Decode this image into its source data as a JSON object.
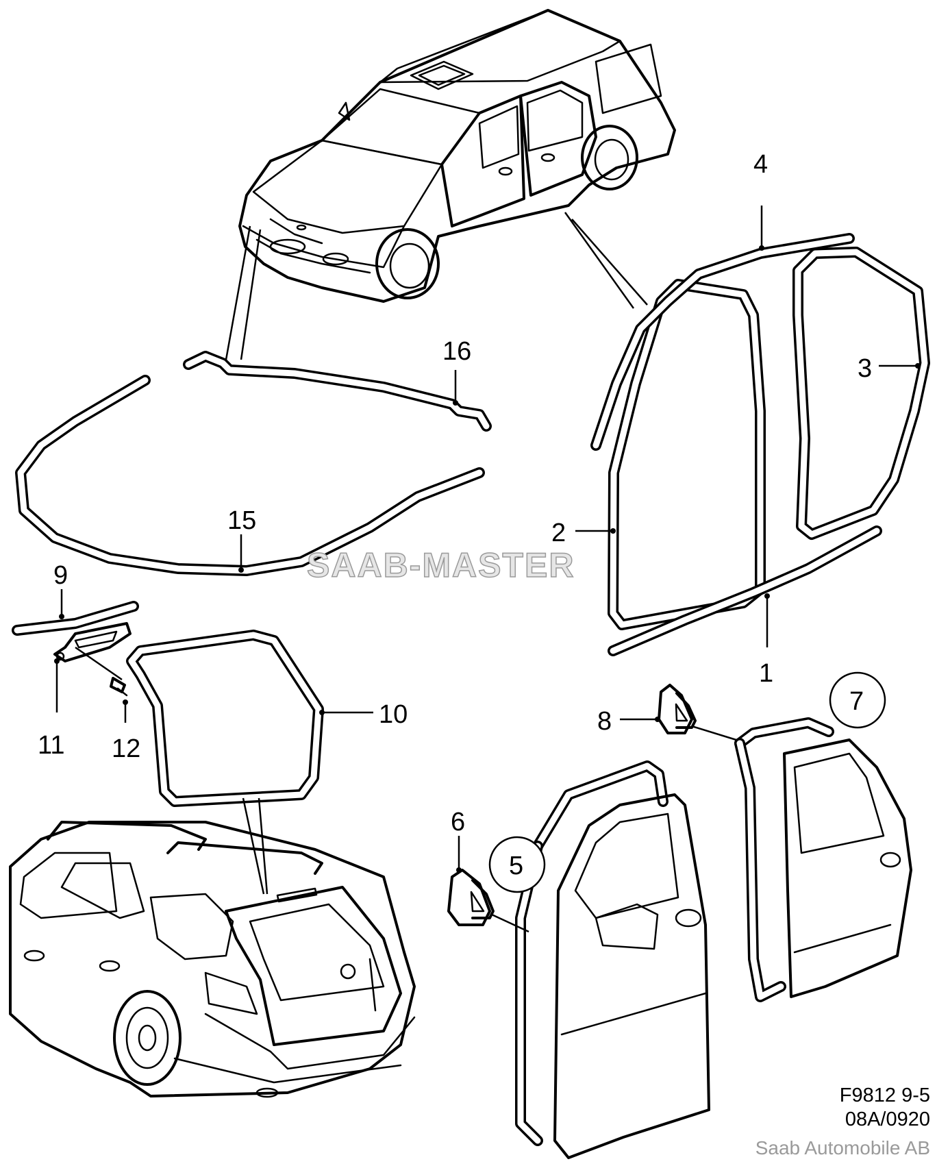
{
  "diagram": {
    "watermark": "SAAB-MASTER",
    "figure_code": "F9812 9-5",
    "revision": "08A/0920",
    "manufacturer": "Saab Automobile AB"
  },
  "callouts": [
    {
      "id": "1",
      "label": "1",
      "circled": false
    },
    {
      "id": "2",
      "label": "2",
      "circled": false
    },
    {
      "id": "3",
      "label": "3",
      "circled": false
    },
    {
      "id": "4",
      "label": "4",
      "circled": false
    },
    {
      "id": "5",
      "label": "5",
      "circled": true
    },
    {
      "id": "6",
      "label": "6",
      "circled": false
    },
    {
      "id": "7",
      "label": "7",
      "circled": true
    },
    {
      "id": "8",
      "label": "8",
      "circled": false
    },
    {
      "id": "9",
      "label": "9",
      "circled": false
    },
    {
      "id": "10",
      "label": "10",
      "circled": false
    },
    {
      "id": "11",
      "label": "11",
      "circled": false
    },
    {
      "id": "12",
      "label": "12",
      "circled": false
    },
    {
      "id": "15",
      "label": "15",
      "circled": false
    },
    {
      "id": "16",
      "label": "16",
      "circled": false
    }
  ]
}
